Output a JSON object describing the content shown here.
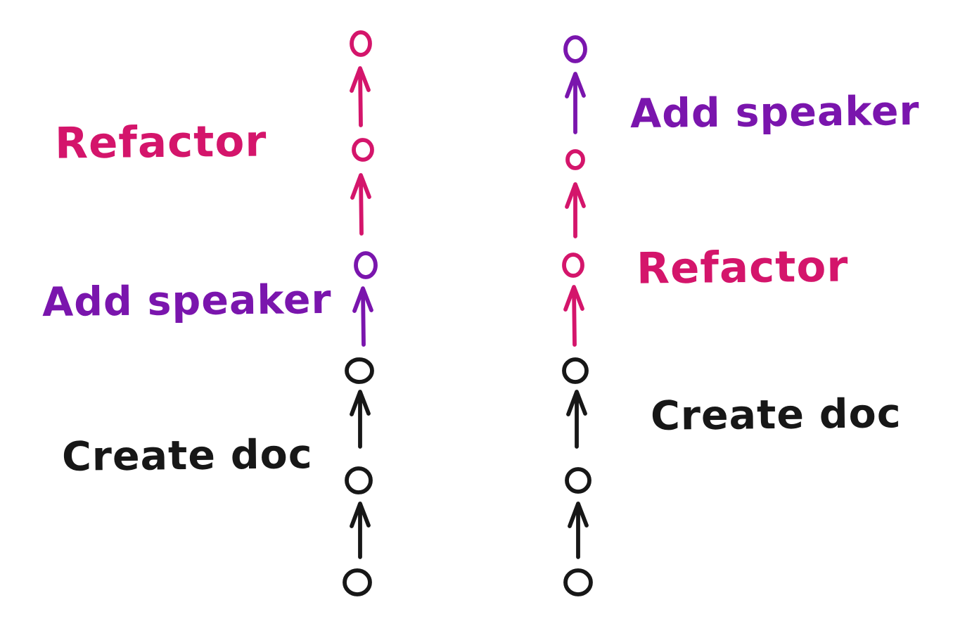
{
  "background": "#ffffff",
  "colors": {
    "pink": "#d4156b",
    "purple": "#7a15ad",
    "black": "#171717"
  },
  "left_diagram": {
    "labels": {
      "refactor": {
        "text": "Refactor",
        "color": "pink"
      },
      "add_speaker": {
        "text": "Add speaker",
        "color": "purple"
      },
      "create_doc": {
        "text": "Create doc",
        "color": "black"
      }
    },
    "commits_bottom_to_top": [
      "black",
      "black",
      "black",
      "purple",
      "pink",
      "pink"
    ]
  },
  "right_diagram": {
    "labels": {
      "add_speaker": {
        "text": "Add speaker",
        "color": "purple"
      },
      "refactor": {
        "text": "Refactor",
        "color": "pink"
      },
      "create_doc": {
        "text": "Create doc",
        "color": "black"
      }
    },
    "commits_bottom_to_top": [
      "black",
      "black",
      "black",
      "pink",
      "pink",
      "purple"
    ]
  }
}
